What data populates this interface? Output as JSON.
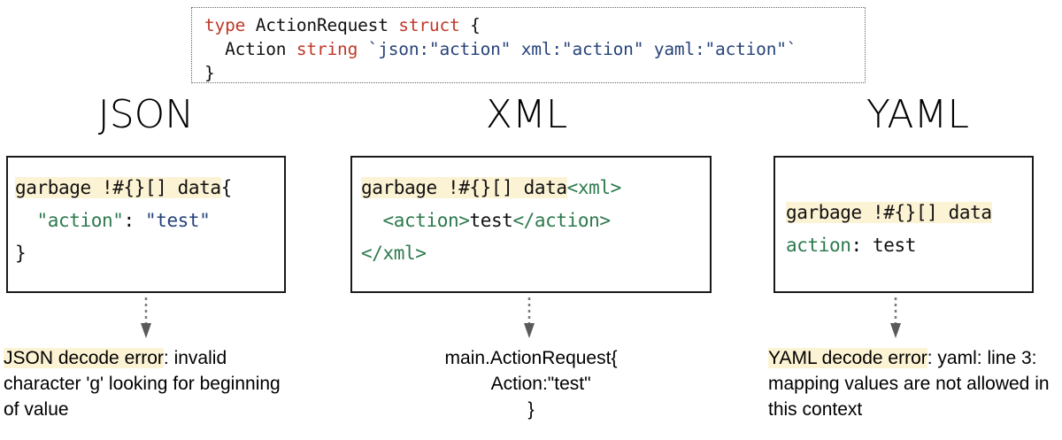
{
  "struct_block": {
    "line1": {
      "kw1": "type",
      "name": " ActionRequest ",
      "kw2": "struct",
      "brace": " {"
    },
    "line2": {
      "field": "  Action ",
      "type": "string",
      "tag": " `json:\"action\" xml:\"action\" yaml:\"action\"`"
    },
    "line3": "}"
  },
  "columns": [
    {
      "heading": "JSON",
      "box": {
        "line1_highlight": "garbage !#{}[] data",
        "line1_tail": "{",
        "line2_indent": "  ",
        "line2_key": "\"action\"",
        "line2_colon": ": ",
        "line2_value": "\"test\"",
        "line3": "}"
      },
      "arrow_icon": "down-arrow-dotted-icon",
      "output": {
        "highlight": "JSON decode error",
        "rest": ": invalid character 'g' looking for beginning of value"
      }
    },
    {
      "heading": "XML",
      "box": {
        "line1_highlight": "garbage !#{}[] data",
        "line1_tail": "<xml>",
        "line2_indent": "  ",
        "line2_open": "<action>",
        "line2_value": "test",
        "line2_close": "</action>",
        "line3": "</xml>"
      },
      "arrow_icon": "down-arrow-dotted-icon",
      "output": {
        "line1": "main.ActionRequest{",
        "line2": "    Action:\"test\"",
        "line3": "}"
      }
    },
    {
      "heading": "YAML",
      "box": {
        "line1_highlight": "garbage !#{}[] data",
        "line2_key": "action",
        "line2_colon": ": ",
        "line2_value": "test"
      },
      "arrow_icon": "down-arrow-dotted-icon",
      "output": {
        "highlight": "YAML decode error",
        "rest": ": yaml: line 3: mapping values are not allowed in this context"
      }
    }
  ],
  "colors": {
    "keyword_red": "#c0392b",
    "tag_navy": "#27437a",
    "string_green": "#2d7a4d",
    "highlight_cream": "#fcf2d4",
    "arrow_gray": "#5a5a5a",
    "box_border": "#1a1a1a"
  }
}
